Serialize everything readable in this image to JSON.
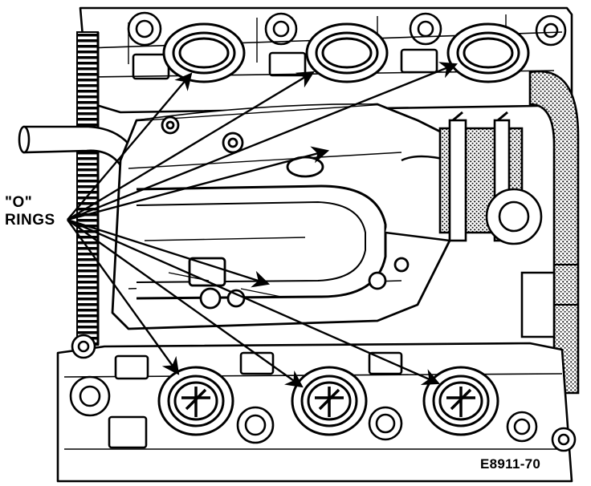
{
  "labels": {
    "callout_line1": "\"O\"",
    "callout_line2": "RINGS",
    "figure_code": "E8911-70"
  },
  "colors": {
    "ink": "#000000",
    "paper": "#ffffff",
    "stipple": "#222222"
  },
  "icons": {
    "arrow": "arrowhead"
  }
}
